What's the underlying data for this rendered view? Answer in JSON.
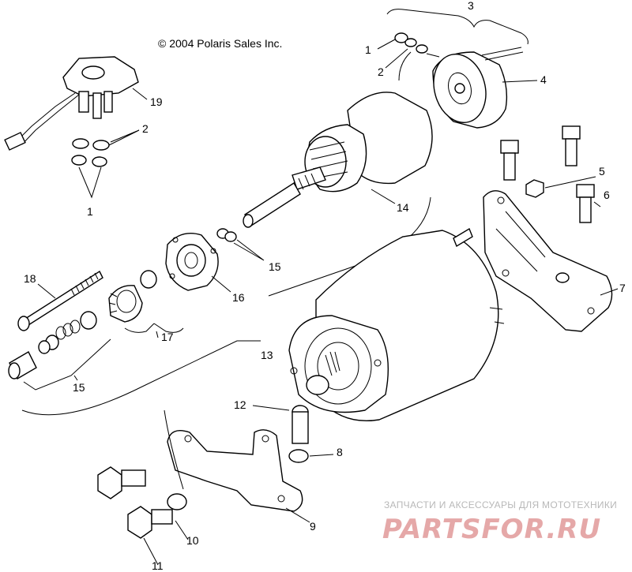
{
  "copyright": "© 2004 Polaris Sales Inc.",
  "watermark": {
    "tagline": "ЗАПЧАСТИ И АКСЕССУАРЫ ДЛЯ МОТОТЕХНИКИ",
    "logo_text": "PARTSFOR.RU"
  },
  "callouts": {
    "c1_top": "1",
    "c2_top": "2",
    "c3": "3",
    "c4": "4",
    "c5": "5",
    "c6": "6",
    "c7": "7",
    "c8": "8",
    "c9": "9",
    "c10": "10",
    "c11": "11",
    "c12": "12",
    "c13": "13",
    "c14": "14",
    "c15_mid": "15",
    "c15_low": "15",
    "c16": "16",
    "c17": "17",
    "c18": "18",
    "c19": "19",
    "c2_left": "2",
    "c1_left": "1"
  }
}
